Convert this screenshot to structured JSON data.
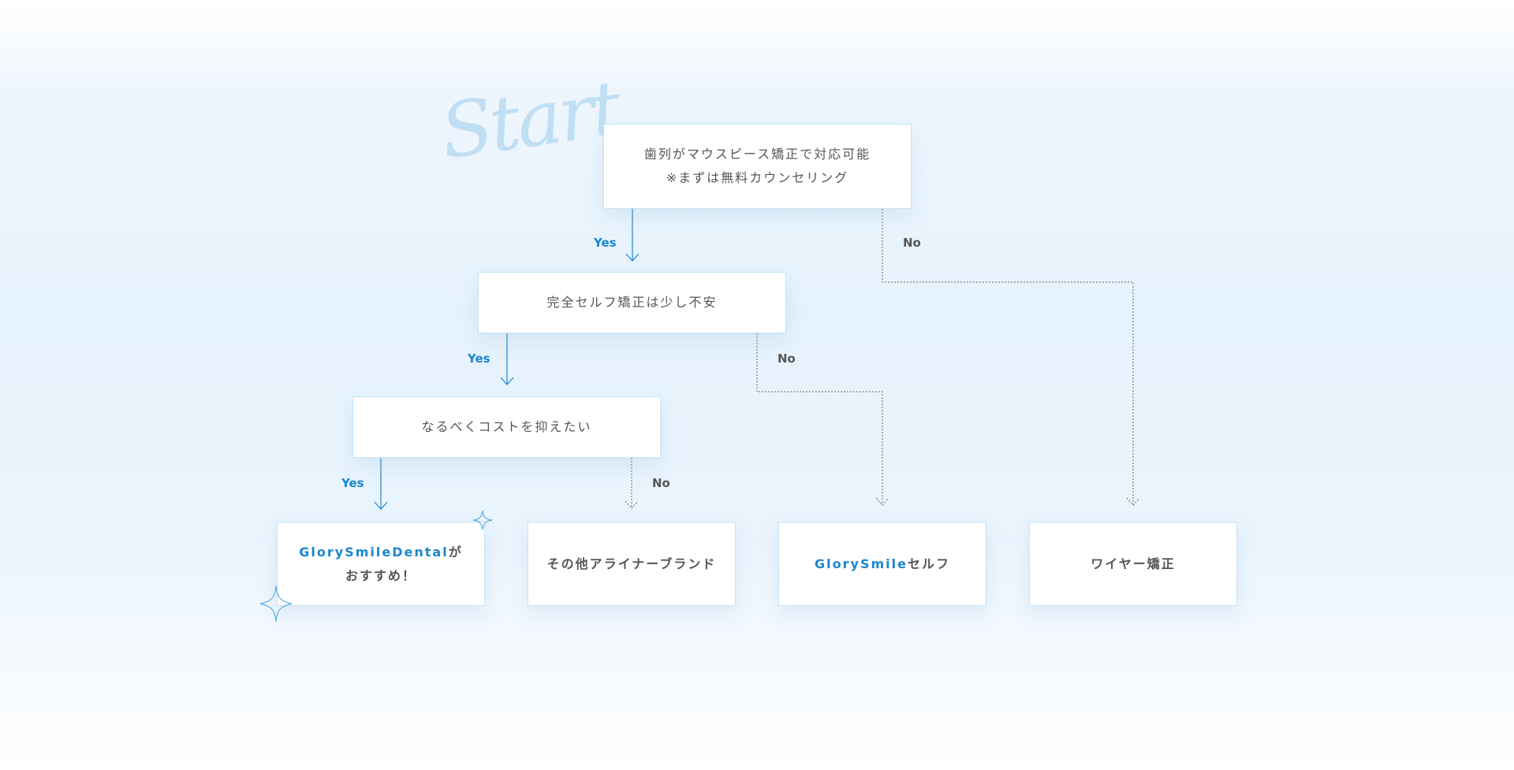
{
  "start_word": "Start",
  "nodes": {
    "q1": {
      "line1": "歯列がマウスピース矯正で対応可能",
      "line2": "※まずは無料カウンセリング"
    },
    "q2": {
      "text": "完全セルフ矯正は少し不安"
    },
    "q3": {
      "text": "なるべくコストを抑えたい"
    }
  },
  "results": {
    "r1": {
      "accent": "GlorySmileDental",
      "rest": "が",
      "line2": "おすすめ！"
    },
    "r2": {
      "text": "その他アライナーブランド"
    },
    "r3": {
      "accent": "GlorySmile",
      "rest": "セルフ"
    },
    "r4": {
      "text": "ワイヤー矯正"
    }
  },
  "labels": {
    "yes": "Yes",
    "no": "No"
  },
  "colors": {
    "accent": "#1a86d0",
    "yes_line": "#1a86d0",
    "no_line": "#666666",
    "box_border": "#c6e3f5",
    "start_word": "#b9dbf3"
  },
  "icons": [
    "sparkle-icon",
    "arrow-down-icon"
  ]
}
